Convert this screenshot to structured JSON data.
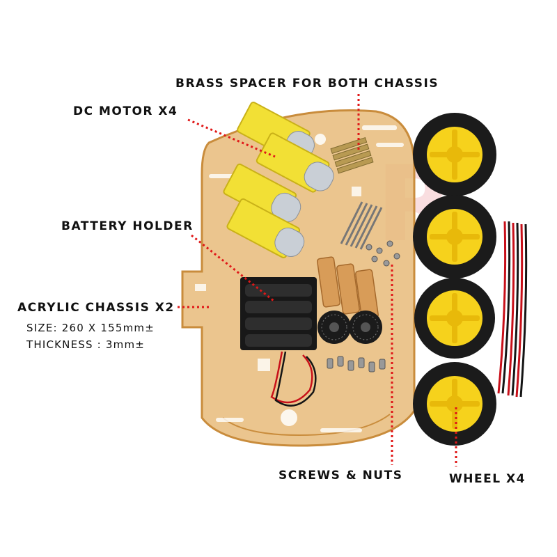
{
  "labels": {
    "brass_spacer": "BRASS SPACER FOR BOTH CHASSIS",
    "dc_motor": "DC MOTOR X4",
    "battery_holder": "BATTERY HOLDER",
    "acrylic_chassis": "ACRYLIC CHASSIS X2",
    "size": "SIZE: 260 X 155mm±",
    "thickness": "THICKNESS : 3mm±",
    "screws_nuts": "SCREWS & NUTS",
    "wheel": "WHEEL X4"
  },
  "watermark": "R",
  "colors": {
    "leader": "#e01818",
    "chassis": "#e2b06c",
    "chassis_edge": "#c98c3c",
    "motor": "#f2e035",
    "tire": "#1b1b1b",
    "hub": "#f6d21c",
    "battery": "#181818",
    "wire_red": "#c8101a",
    "wire_black": "#151515",
    "brass": "#b89a52"
  }
}
